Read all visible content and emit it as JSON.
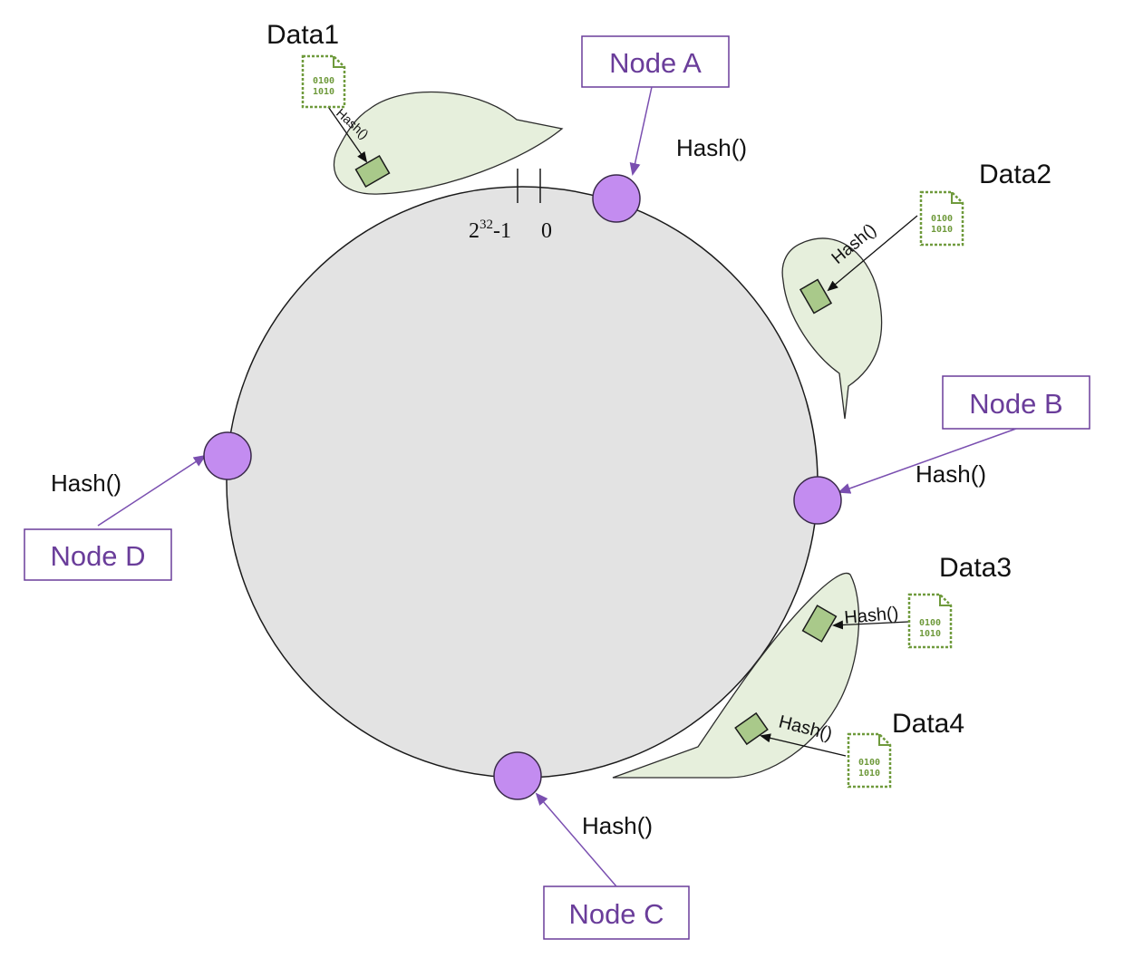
{
  "colors": {
    "ring_fill": "#e3e3e3",
    "ring_stroke": "#1a1a1a",
    "node_fill": "#c38cf0",
    "node_stroke": "#3a2a4a",
    "node_label": "#6a3d9a",
    "node_box_stroke": "#6a3d9a",
    "bubble_fill": "#e6efdc",
    "bubble_stroke": "#2c2c2c",
    "key_fill": "#a9c98a",
    "file_stroke": "#6f9a3c",
    "arrow_data": "#111111",
    "arrow_node": "#7a4fb0"
  },
  "ring": {
    "max_label": "2",
    "max_exponent": "32",
    "max_suffix": "-1",
    "zero_label": "0"
  },
  "nodes": [
    {
      "id": "a",
      "label": "Node A",
      "hash_label": "Hash()"
    },
    {
      "id": "b",
      "label": "Node B",
      "hash_label": "Hash()"
    },
    {
      "id": "c",
      "label": "Node C",
      "hash_label": "Hash()"
    },
    {
      "id": "d",
      "label": "Node D",
      "hash_label": "Hash()"
    }
  ],
  "data_items": [
    {
      "id": "data1",
      "label": "Data1",
      "hash_label": "Hash()",
      "file_line1": "0100",
      "file_line2": "1010",
      "icon": "binary-file-icon"
    },
    {
      "id": "data2",
      "label": "Data2",
      "hash_label": "Hash()",
      "file_line1": "0100",
      "file_line2": "1010",
      "icon": "binary-file-icon"
    },
    {
      "id": "data3",
      "label": "Data3",
      "hash_label": "Hash()",
      "file_line1": "0100",
      "file_line2": "1010",
      "icon": "binary-file-icon"
    },
    {
      "id": "data4",
      "label": "Data4",
      "hash_label": "Hash()",
      "file_line1": "0100",
      "file_line2": "1010",
      "icon": "binary-file-icon"
    }
  ]
}
